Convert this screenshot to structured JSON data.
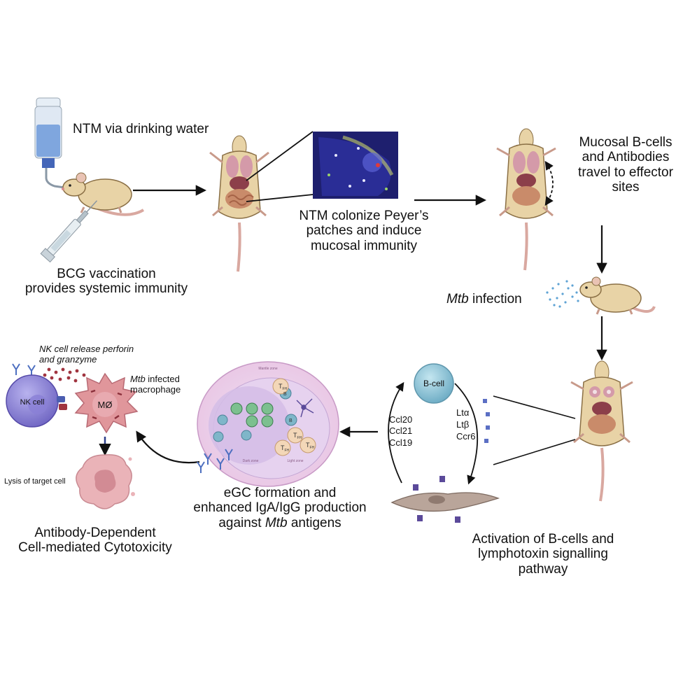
{
  "labels": {
    "ntm_water": "NTM via drinking water",
    "bcg_line1": "BCG vaccination",
    "bcg_line2": "provides systemic immunity",
    "ntm_colonize_line1": "NTM colonize Peyer’s",
    "ntm_colonize_line2": "patches and induce",
    "ntm_colonize_line3": "mucosal immunity",
    "mucosal_line1": "Mucosal B-cells",
    "mucosal_line2": "and Antibodies",
    "mucosal_line3": "travel to effector",
    "mucosal_line4": "sites",
    "mtb_italic": "Mtb",
    "infection_suffix": " infection",
    "activation_line1": "Activation of B-cells and",
    "activation_line2": "lymphotoxin signalling",
    "activation_line3": "pathway",
    "egc_line1": "eGC formation and",
    "egc_line2": "enhanced IgA/IgG production",
    "egc_line3_prefix": "against ",
    "egc_line3_suffix": " antigens",
    "adcc_line1": "Antibody-Dependent",
    "adcc_line2": "Cell-mediated Cytotoxicity",
    "nk_release_line1": "NK cell release perforin",
    "nk_release_line2": "and granzyme",
    "infected_suffix": " infected",
    "macrophage": "macrophage",
    "lysis": "Lysis of target cell",
    "nk_cell": "NK cell",
    "macrophage_symbol": "MØ",
    "b_cell": "B-cell",
    "chemokines": [
      "Ccl20",
      "Ccl21",
      "Ccl19"
    ],
    "lymphotoxins": [
      "Ltα",
      "Ltβ",
      "Ccr6"
    ],
    "gc_mantle_zone": "Mantle zone",
    "gc_dark_zone": "Dark zone",
    "gc_light_zone": "Light zone",
    "gc_tfh": "T",
    "gc_tfh_sub": "FH",
    "gc_b": "B"
  },
  "colors": {
    "mouse_fur": "#e8d3a6",
    "mouse_outline": "#8a6f45",
    "tail": "#d9a8a0",
    "arrow": "#111111",
    "b_cell": "#8fc6d8",
    "nk_cell": "#8f86d6",
    "macrophage": "#e0969b",
    "gc_outer": "#f2d3ea",
    "gc_inner": "#dcc4ec",
    "stromal": "#b9a59a",
    "microscopy_bg": "#1e1f6e"
  },
  "icons": [
    "water-bottle-icon",
    "syringe-icon",
    "mouse-icon",
    "microscopy-image",
    "germinal-center-icon",
    "nk-cell-icon",
    "macrophage-icon",
    "antibody-icon",
    "stromal-cell-icon"
  ]
}
